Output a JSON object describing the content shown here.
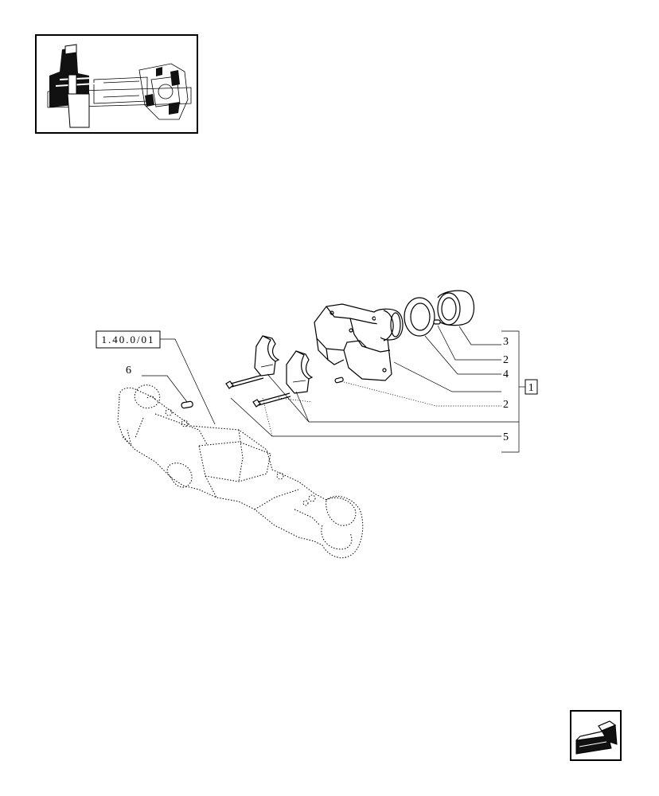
{
  "thumbnail": {
    "icon": "front-axle-assembly-thumbnail"
  },
  "reference": {
    "text": "1.40.0/01"
  },
  "group_label": "1",
  "callouts": [
    "3",
    "2",
    "4",
    "2",
    "5",
    "6"
  ],
  "navigation": {
    "icon": "back-arrow-icon"
  }
}
